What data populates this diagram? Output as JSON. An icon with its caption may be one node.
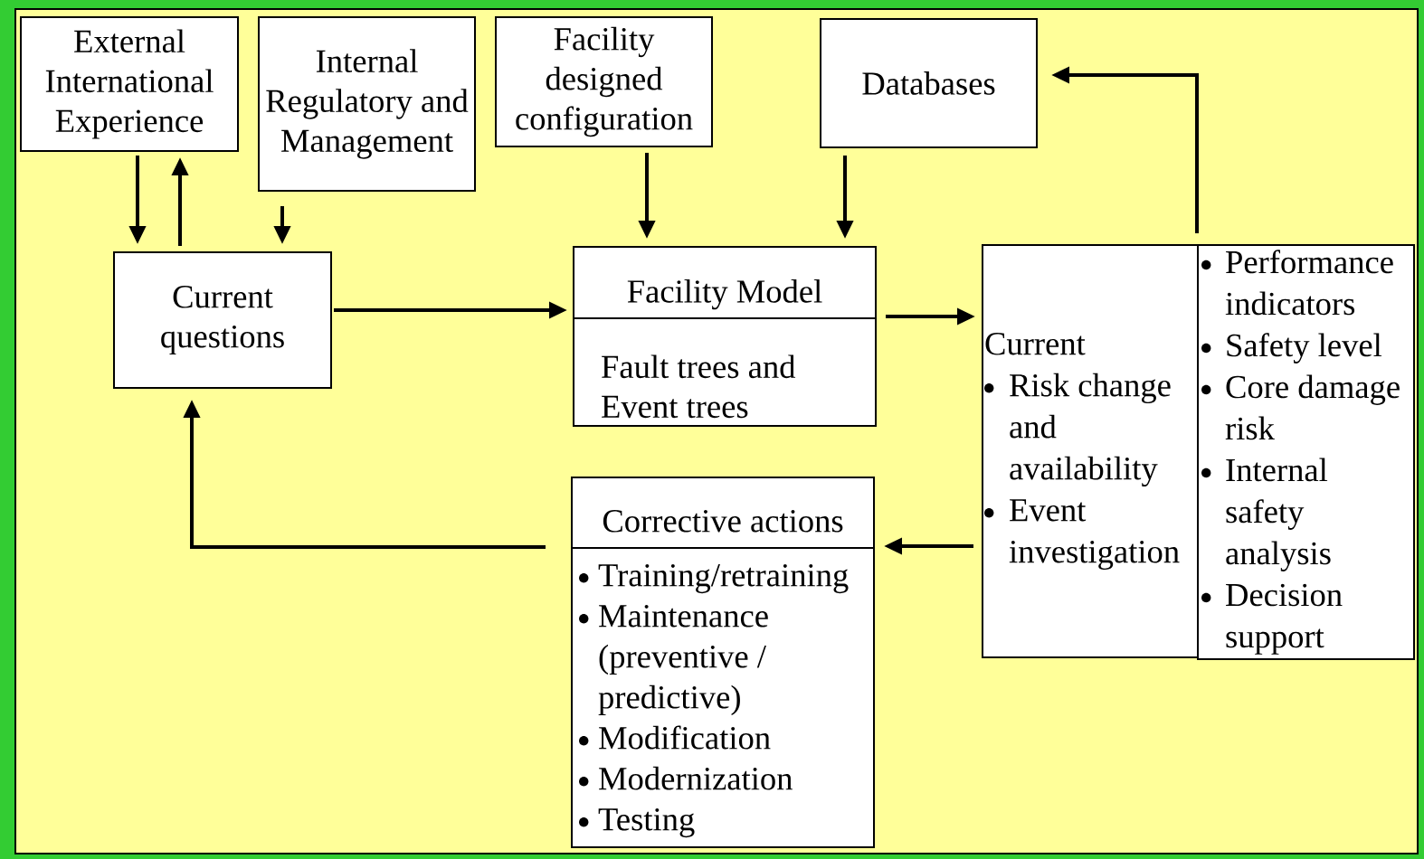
{
  "diagram": {
    "nodes": [
      {
        "text": [
          "External International Experience"
        ]
      },
      {
        "text": [
          "Internal Regulatory and Management"
        ]
      },
      {
        "text": [
          "Facility designed configuration"
        ]
      },
      {
        "text": [
          "Databases"
        ]
      },
      {
        "text": [
          "Current questions"
        ]
      },
      {
        "text": [
          "Facility Model",
          "Fault trees and Event trees"
        ]
      },
      {
        "text": [
          "Current",
          "Risk change and availability",
          "Event investigation"
        ]
      },
      {
        "text": [
          "Performance indicators",
          "Safety level",
          "Core damage risk",
          "Internal safety analysis",
          "Decision support"
        ]
      },
      {
        "text": [
          "Corrective actions",
          "Training/retraining",
          "Maintenance (preventive / predictive)",
          "Modification",
          "Modernization",
          "Testing"
        ]
      }
    ],
    "edges": [
      {
        "from": 0,
        "to": 4,
        "arrow": "to"
      },
      {
        "from": 4,
        "to": 0,
        "arrow": "to"
      },
      {
        "from": 1,
        "to": 4,
        "arrow": "to"
      },
      {
        "from": 2,
        "to": 5,
        "arrow": "to"
      },
      {
        "from": 3,
        "to": 5,
        "arrow": "to"
      },
      {
        "from": 4,
        "to": 5,
        "arrow": "to"
      },
      {
        "from": 5,
        "to": 6,
        "arrow": "to"
      },
      {
        "from": 7,
        "to": 3,
        "arrow": "to"
      },
      {
        "from": 6,
        "to": 8,
        "arrow": "to"
      },
      {
        "from": 8,
        "to": 4,
        "arrow": "to"
      }
    ]
  }
}
